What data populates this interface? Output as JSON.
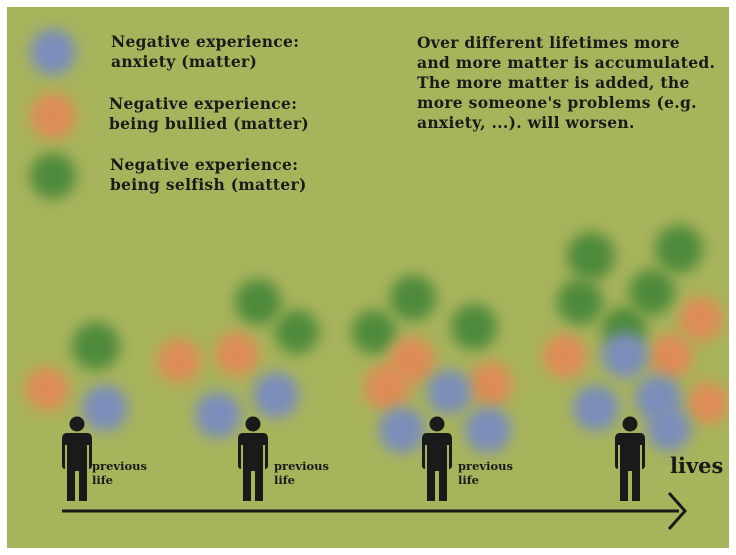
{
  "colors": {
    "background": "#a8b45c",
    "anxiety": "#7b8dbb",
    "bullied": "#de8c55",
    "selfish": "#4e8a3c",
    "ink": "#1a1a1a"
  },
  "legend": [
    {
      "name": "anxiety",
      "text": "Negative experience:\nanxiety (matter)",
      "color": "#7b8dbb"
    },
    {
      "name": "bullied",
      "text": "Negative experience:\nbeing bullied (matter)",
      "color": "#de8c55"
    },
    {
      "name": "selfish",
      "text": "Negative experience:\nbeing selfish (matter)",
      "color": "#4e8a3c"
    }
  ],
  "description": "Over different lifetimes more and more matter is accumulated. The more matter is added, the more someone's problems (e.g. anxiety, ...). will worsen.",
  "lives": [
    {
      "label": "previous\nlife",
      "matter": {
        "anxiety": 1,
        "bullied": 1,
        "selfish": 1
      }
    },
    {
      "label": "previous\nlife",
      "matter": {
        "anxiety": 2,
        "bullied": 2,
        "selfish": 2
      }
    },
    {
      "label": "previous\nlife",
      "matter": {
        "anxiety": 3,
        "bullied": 3,
        "selfish": 3
      }
    },
    {
      "label": "",
      "matter": {
        "anxiety": 4,
        "bullied": 4,
        "selfish": 5
      }
    }
  ],
  "timeline_label": "lives",
  "icons": {
    "person": "person-silhouette-icon",
    "arrow": "timeline-arrow-icon"
  }
}
